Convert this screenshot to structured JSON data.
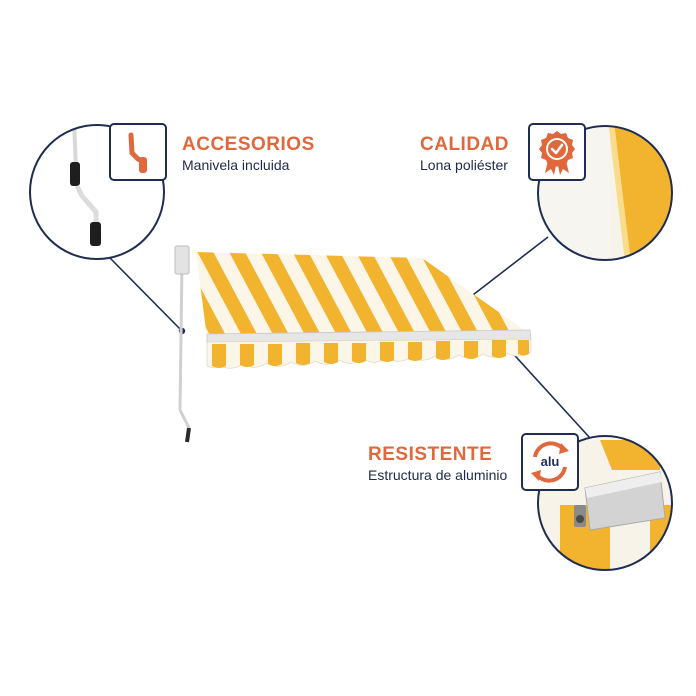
{
  "accent_color": "#e0683d",
  "navy_color": "#1f2d52",
  "stripe_yellow": "#f2b32e",
  "features": {
    "accessories": {
      "title": "ACCESORIOS",
      "subtitle": "Manivela incluida",
      "icon": "crank-handle-icon"
    },
    "quality": {
      "title": "CALIDAD",
      "subtitle": "Lona poliéster",
      "icon": "award-rosette-icon"
    },
    "resistant": {
      "title": "RESISTENTE",
      "subtitle": "Estructura de aluminio",
      "icon": "aluminium-recycle-icon",
      "icon_text": "alu"
    }
  }
}
